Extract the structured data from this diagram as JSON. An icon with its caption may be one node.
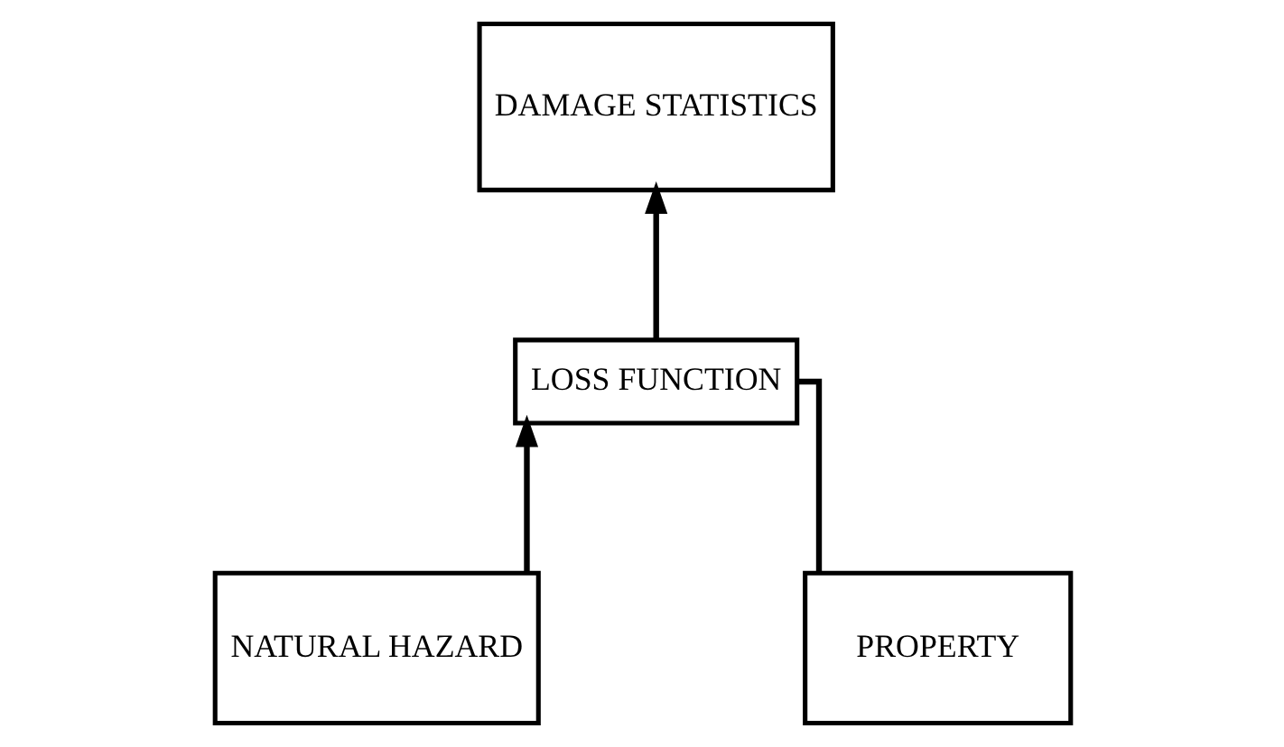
{
  "diagram": {
    "nodes": [
      {
        "text": [
          "DAMAGE STATISTICS"
        ]
      },
      {
        "text": [
          "LOSS FUNCTION"
        ]
      },
      {
        "text": [
          "NATURAL HAZARD"
        ]
      },
      {
        "text": [
          "PROPERTY"
        ]
      }
    ],
    "edges": [
      {
        "from": 2,
        "to": 1,
        "arrow": "to"
      },
      {
        "from": 3,
        "to": 1,
        "arrow": "none"
      },
      {
        "from": 1,
        "to": 0,
        "arrow": "to"
      }
    ]
  }
}
